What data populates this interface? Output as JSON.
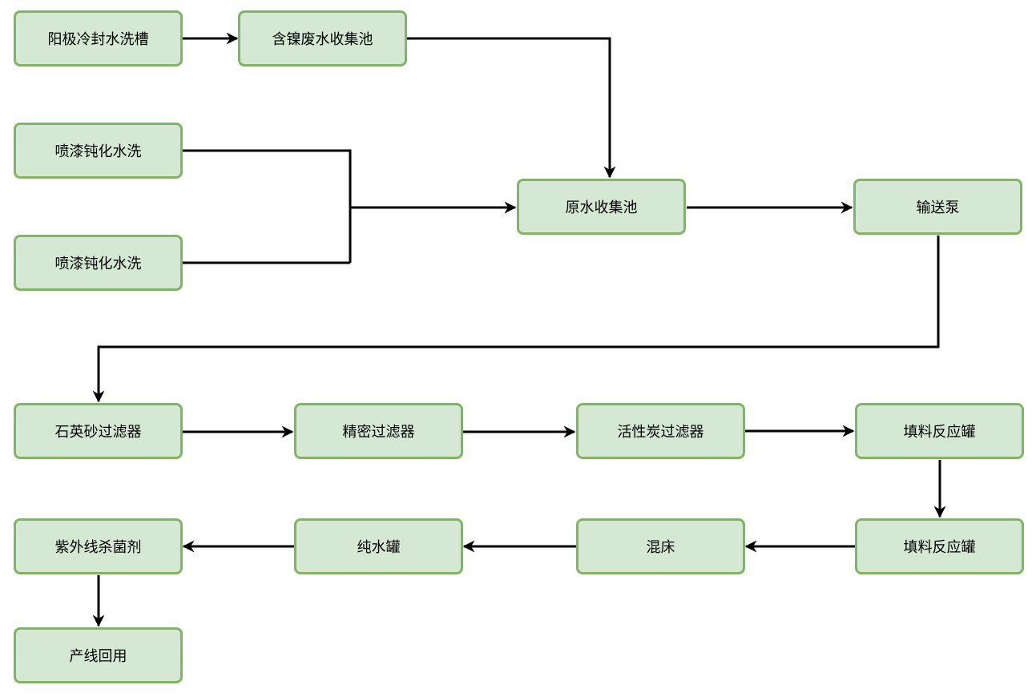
{
  "diagram": {
    "colors": {
      "node_fill": "#d5e8d4",
      "node_border": "#82b366",
      "edge": "#000000",
      "text": "#000000"
    },
    "nodes": {
      "anode_seal_wash": {
        "label": "阳极冷封水洗槽"
      },
      "nickel_wastewater_pool": {
        "label": "含镍废水收集池"
      },
      "spray_passivation_wash_1": {
        "label": "喷漆钝化水洗"
      },
      "spray_passivation_wash_2": {
        "label": "喷漆钝化水洗"
      },
      "raw_water_pool": {
        "label": "原水收集池"
      },
      "transfer_pump": {
        "label": "输送泵"
      },
      "quartz_sand_filter": {
        "label": "石英砂过滤器"
      },
      "precision_filter": {
        "label": "精密过滤器"
      },
      "activated_carbon_filter": {
        "label": "活性炭过滤器"
      },
      "packed_reactor_1": {
        "label": "填料反应罐"
      },
      "packed_reactor_2": {
        "label": "填料反应罐"
      },
      "mixed_bed": {
        "label": "混床"
      },
      "pure_water_tank": {
        "label": "纯水罐"
      },
      "uv_sterilizer": {
        "label": "紫外线杀菌剂"
      },
      "production_reuse": {
        "label": "产线回用"
      }
    },
    "edges": [
      {
        "from": "anode_seal_wash",
        "to": "nickel_wastewater_pool"
      },
      {
        "from": "nickel_wastewater_pool",
        "to": "raw_water_pool"
      },
      {
        "from": "spray_passivation_wash_1",
        "to": "raw_water_pool"
      },
      {
        "from": "spray_passivation_wash_2",
        "to": "raw_water_pool"
      },
      {
        "from": "raw_water_pool",
        "to": "transfer_pump"
      },
      {
        "from": "transfer_pump",
        "to": "quartz_sand_filter"
      },
      {
        "from": "quartz_sand_filter",
        "to": "precision_filter"
      },
      {
        "from": "precision_filter",
        "to": "activated_carbon_filter"
      },
      {
        "from": "activated_carbon_filter",
        "to": "packed_reactor_1"
      },
      {
        "from": "packed_reactor_1",
        "to": "packed_reactor_2"
      },
      {
        "from": "packed_reactor_2",
        "to": "mixed_bed"
      },
      {
        "from": "mixed_bed",
        "to": "pure_water_tank"
      },
      {
        "from": "pure_water_tank",
        "to": "uv_sterilizer"
      },
      {
        "from": "uv_sterilizer",
        "to": "production_reuse"
      }
    ]
  }
}
